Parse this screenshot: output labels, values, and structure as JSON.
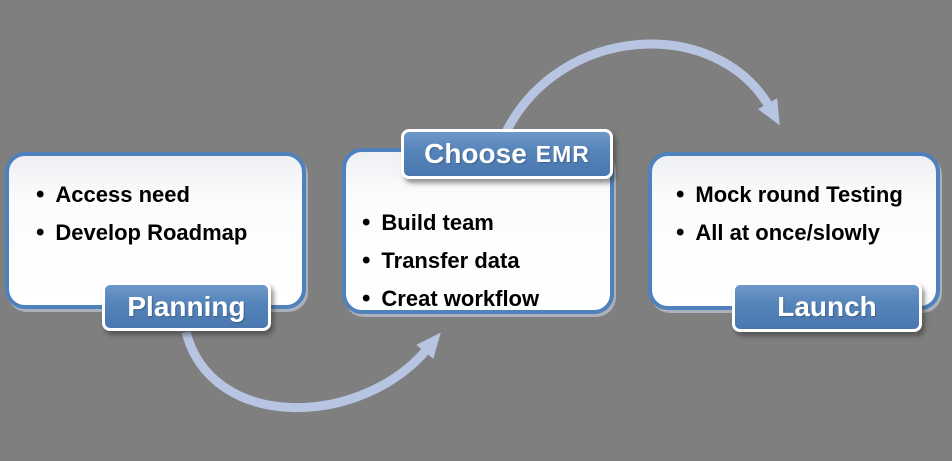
{
  "diagram": {
    "background": "#7f7f7f",
    "bullet_glyph": "•",
    "colors": {
      "accent_blue": "#4f81bd",
      "box_fill": "#ffffff",
      "label_text": "#ffffff",
      "bullet_text": "#000000",
      "arrow": "#b7c5e3"
    },
    "steps": [
      {
        "id": "planning",
        "label": "Planning",
        "label_position": "bottom",
        "bullets": [
          "Access need",
          "Develop Roadmap"
        ]
      },
      {
        "id": "choose-emr",
        "label": "Choose EMR",
        "label_main": "Choose",
        "label_sub": "EMR",
        "label_position": "top",
        "bullets": [
          "Build team",
          "Transfer data",
          "Creat workflow"
        ]
      },
      {
        "id": "launch",
        "label": "Launch",
        "label_position": "bottom",
        "bullets": [
          "Mock round Testing",
          "All at once/slowly"
        ]
      }
    ],
    "arrows": [
      {
        "from": "planning",
        "to": "choose-emr",
        "shape": "curve-under"
      },
      {
        "from": "choose-emr",
        "to": "launch",
        "shape": "curve-over"
      }
    ]
  }
}
